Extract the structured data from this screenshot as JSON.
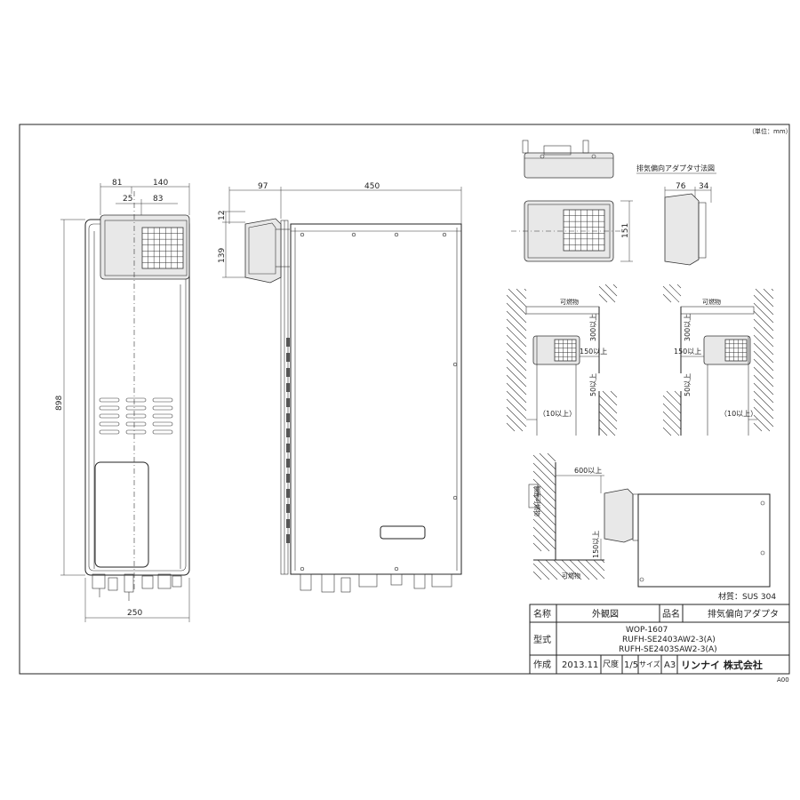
{
  "unit_note": "（単位：mm）",
  "material_note": "材質：SUS 304",
  "front_view": {
    "dims": {
      "top_total": "81",
      "top_right": "140",
      "sub_left": "25",
      "sub_right": "83",
      "height": "898",
      "width": "250"
    }
  },
  "side_view": {
    "dims": {
      "adapter_depth": "97",
      "body_depth": "450",
      "gap_top": "12",
      "adapter_height": "139"
    }
  },
  "adapter_views": {
    "title": "排気偏向アダプタ寸法図",
    "dims": {
      "height": "151",
      "depth_a": "76",
      "depth_b": "34"
    }
  },
  "install_views": {
    "obstacle_label": "可燃物",
    "side_obstacle_label": "側面可燃物",
    "clear_top": "300以上",
    "clear_front": "150以上",
    "clear_bottom": "50以上",
    "clear_side": "（10以上）",
    "clear_high": "600以上",
    "clear_low": "150以上"
  },
  "title_block": {
    "name_label": "名称",
    "name_value": "外観図",
    "product_label": "品名",
    "product_value": "排気偏向アダプタ",
    "model_label": "型式",
    "model_lines": [
      "WOP-1607",
      "RUFH-SE2403AW2-3(A)",
      "RUFH-SE2403SAW2-3(A)"
    ],
    "made_label": "作成",
    "date": "2013.11",
    "scale_label": "尺度",
    "scale": "1/5",
    "size_label": "サイズ",
    "size": "A3",
    "company": "リンナイ 株式会社"
  },
  "revision": "A00"
}
